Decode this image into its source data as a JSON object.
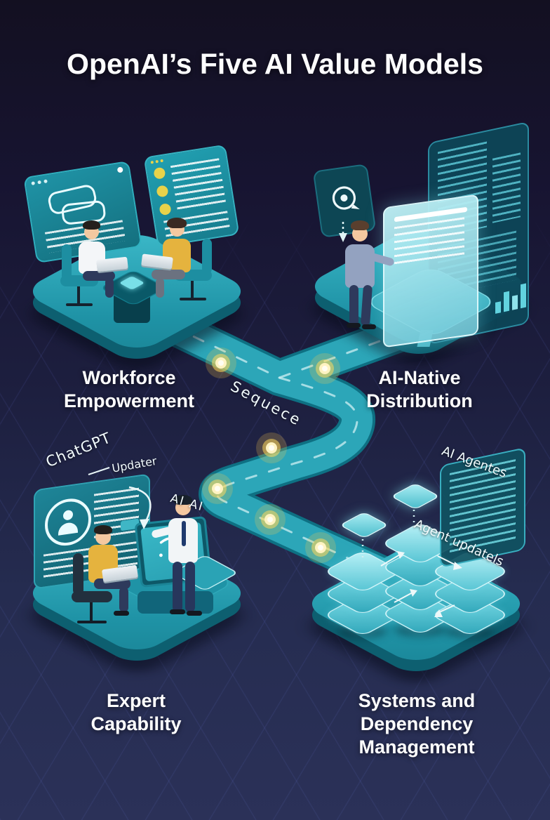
{
  "title": "OpenAI’s Five AI Value Models",
  "road": {
    "label": "Sequece"
  },
  "scenes": {
    "workforce": {
      "caption": "Workforce\nEmpowerment"
    },
    "ai_native": {
      "caption": "AI-Native\nDistribution"
    },
    "expert": {
      "caption": "Expert\nCapability",
      "labels": {
        "chatgpt": "ChatGPT",
        "updater": "Updater",
        "ai_ai": "AI AI"
      }
    },
    "systems": {
      "caption": "Systems and\nDependency\nManagement",
      "labels": {
        "agents": "AI Agentes",
        "updates": "Agent updatels"
      }
    }
  },
  "colors": {
    "background_top": "#131021",
    "background_bottom": "#2b3158",
    "platform_top": "#2baabc",
    "platform_side": "#0d5f70",
    "road": "#2ca6b8",
    "road_dash": "#cdeff3",
    "glow_dot": "#ffd95c",
    "panel_teal": "#1e8598",
    "panel_dark": "#0d4654",
    "accent_yellow": "#e8d24a",
    "text": "#ffffff"
  }
}
